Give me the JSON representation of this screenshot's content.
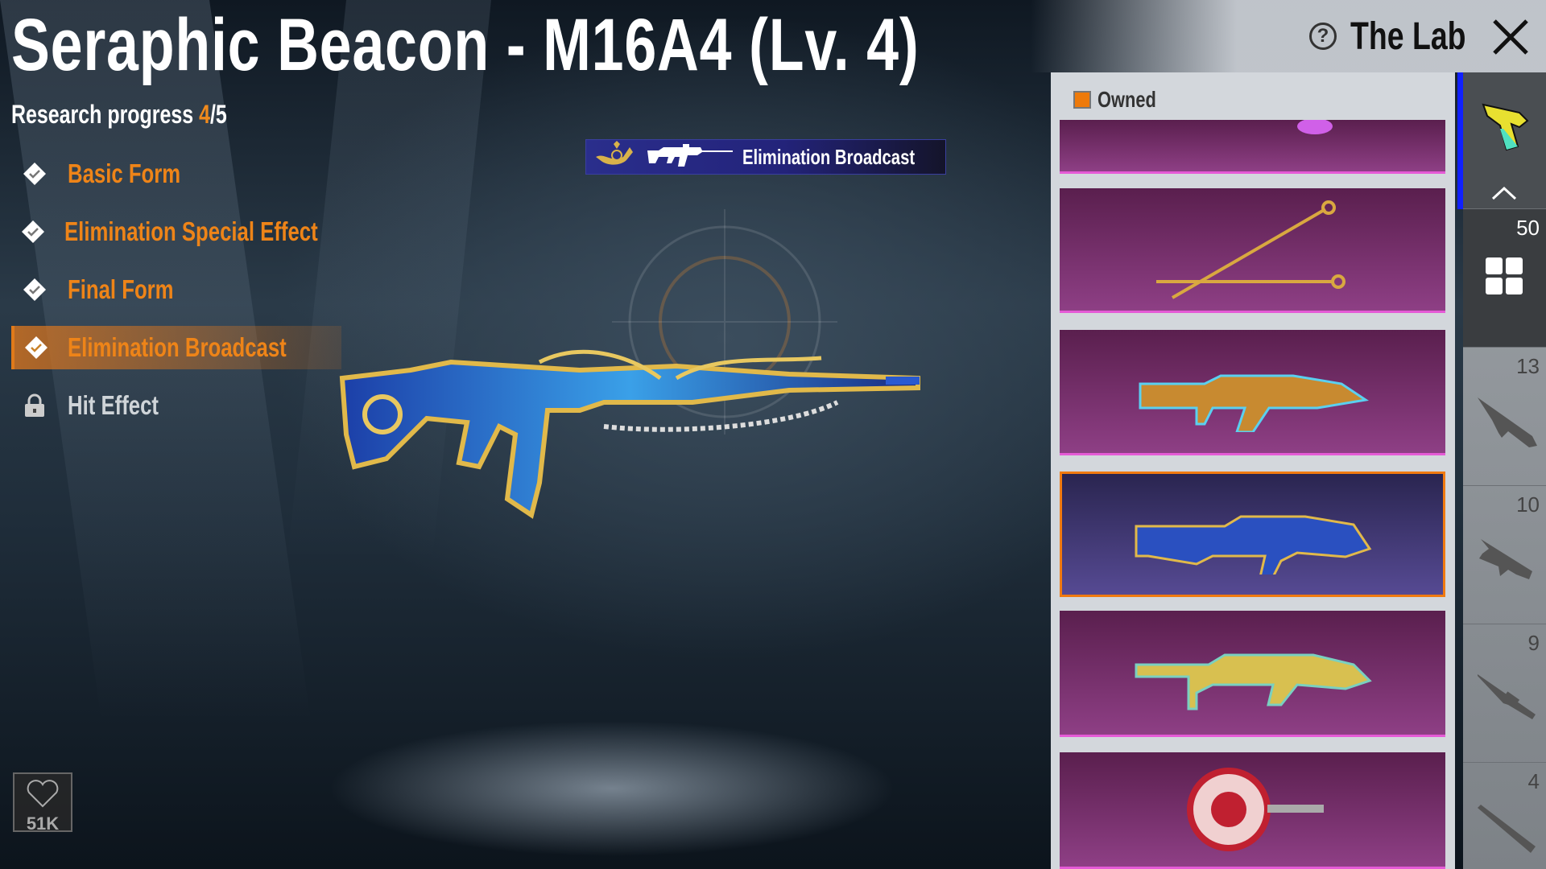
{
  "header": {
    "title": "Seraphic Beacon - M16A4 (Lv. 4)",
    "lab_label": "The Lab"
  },
  "progress": {
    "label": "Research progress",
    "current": "4",
    "total": "/5"
  },
  "stages": [
    {
      "label": "Basic Form",
      "state": "done"
    },
    {
      "label": "Elimination Special Effect",
      "state": "done"
    },
    {
      "label": "Final Form",
      "state": "done"
    },
    {
      "label": "Elimination Broadcast",
      "state": "done",
      "selected": true
    },
    {
      "label": "Hit Effect",
      "state": "locked"
    }
  ],
  "banner": {
    "label": "Elimination Broadcast"
  },
  "filter": {
    "owned_label": "Owned",
    "checked": true
  },
  "categories": [
    {
      "name": "pistol"
    },
    {
      "name": "all",
      "count": "50",
      "selected": true
    },
    {
      "name": "assault-rifle",
      "count": "13"
    },
    {
      "name": "smg",
      "count": "10"
    },
    {
      "name": "sniper-rifle",
      "count": "9"
    },
    {
      "name": "shotgun",
      "count": "4"
    }
  ],
  "likes": {
    "count": "51K"
  },
  "colors": {
    "accent": "#f08a1c",
    "card": "#8e3f85",
    "selected_border": "#f07a10"
  }
}
